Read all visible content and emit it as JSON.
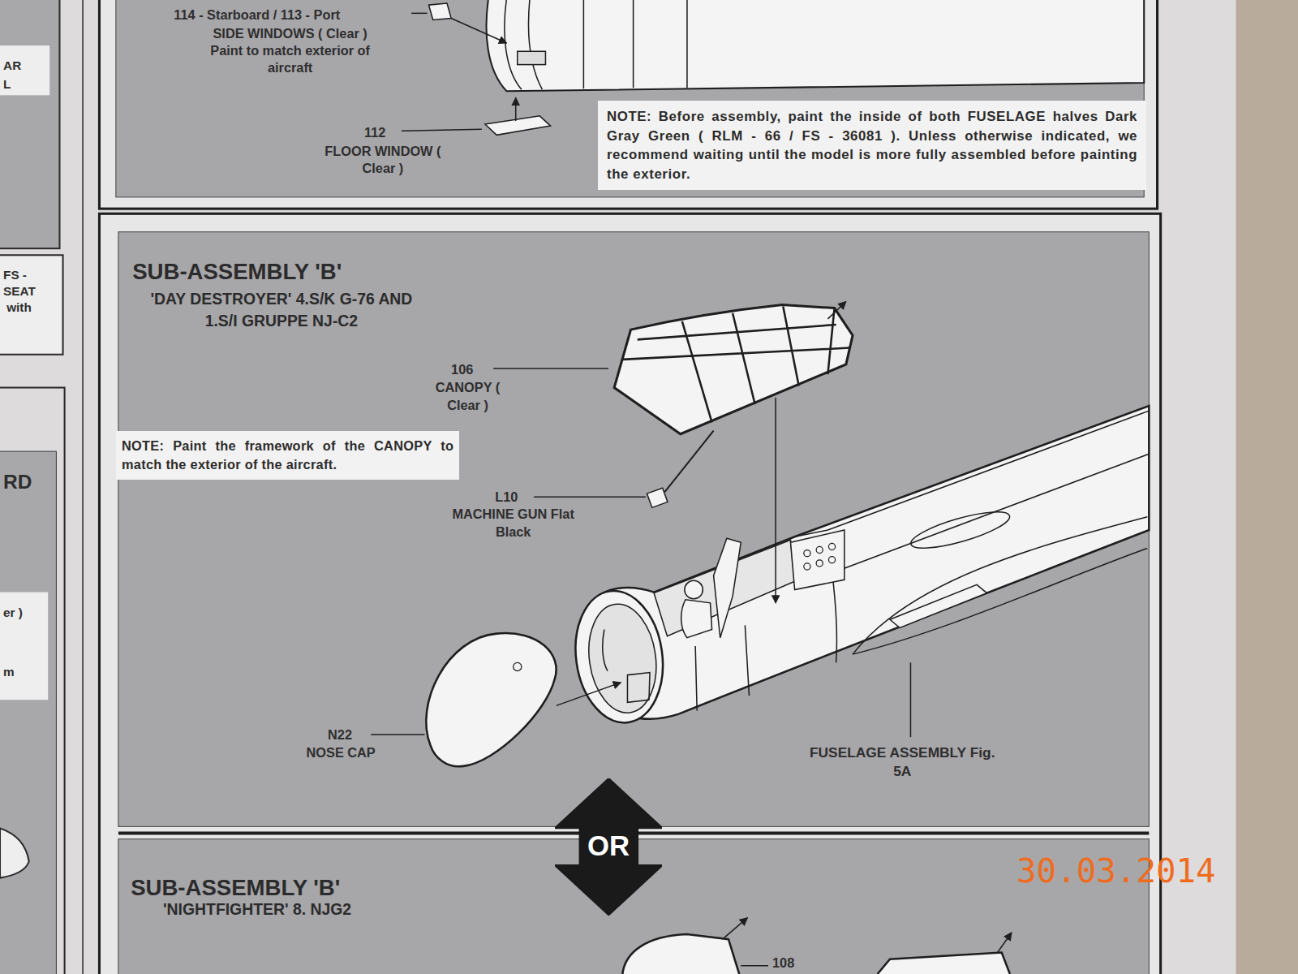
{
  "diagram": {
    "nodes": [
      {
        "text": [
          "NOTE: Before assembly, paint the inside of both FUSELAGE halves Dark Gray Green ( RLM - 66 / FS - 36081 ). Unless otherwise indicated, we recommend waiting until the model is more fully assembled before painting the exterior."
        ]
      },
      {
        "text": [
          "SUB-ASSEMBLY 'B'",
          "'DAY DESTROYER' 4.S/K G-76 AND 1.S/I GRUPPE NJ-C2"
        ]
      },
      {
        "text": [
          "NOTE: Paint the framework of the CANOPY to match the exterior of the aircraft."
        ],
        "in": 1
      },
      {
        "text": [
          "OR"
        ]
      },
      {
        "text": [
          "SUB-ASSEMBLY 'B'",
          "'NIGHTFIGHTER' 8. NJG2"
        ]
      }
    ],
    "labels": [
      "114 - Starboard / 113 - Port",
      "SIDE WINDOWS ( Clear ) Paint to match exterior of aircraft",
      "112",
      "FLOOR WINDOW ( Clear )",
      "AR",
      "L",
      "FS -",
      "SEAT",
      "with",
      "RD",
      "er )",
      "m",
      "106",
      "CANOPY ( Clear )",
      "L10",
      "MACHINE GUN Flat Black",
      "N22",
      "NOSE CAP",
      "FUSELAGE ASSEMBLY Fig. 5A",
      "108",
      "30.03.2014"
    ]
  }
}
